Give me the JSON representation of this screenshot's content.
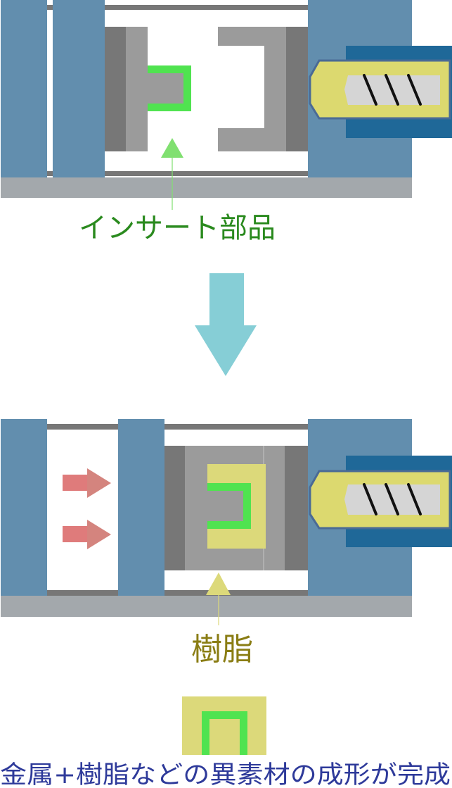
{
  "diagram": {
    "title": "インサート成形の工程",
    "step1": {
      "insert_label": "インサート部品"
    },
    "step2": {
      "resin_label": "樹脂"
    },
    "result": {
      "caption": "金属+樹脂などの異素材の成形が完成"
    },
    "icons": {
      "flow_arrow": "arrow-down-icon",
      "clamp_arrows": "arrow-right-icon",
      "screw": "injection-screw-icon"
    },
    "colors": {
      "platen": "#628eae",
      "barrel": "#1f6898",
      "nozzle_fill": "#dcd96f",
      "screw": "#d5d5d5",
      "mold_dark": "#777777",
      "mold_light": "#9b9b9b",
      "insert": "#50e350",
      "resin": "#dcd97a",
      "base": "#a3a8ac",
      "tie_bar": "#777777",
      "flow_arrow": "#86ced6",
      "clamp_arrow": "#df7b7b",
      "insert_text": "#2a8a1e",
      "resin_text": "#8a7d14",
      "caption_text": "#2e3a9a"
    }
  }
}
